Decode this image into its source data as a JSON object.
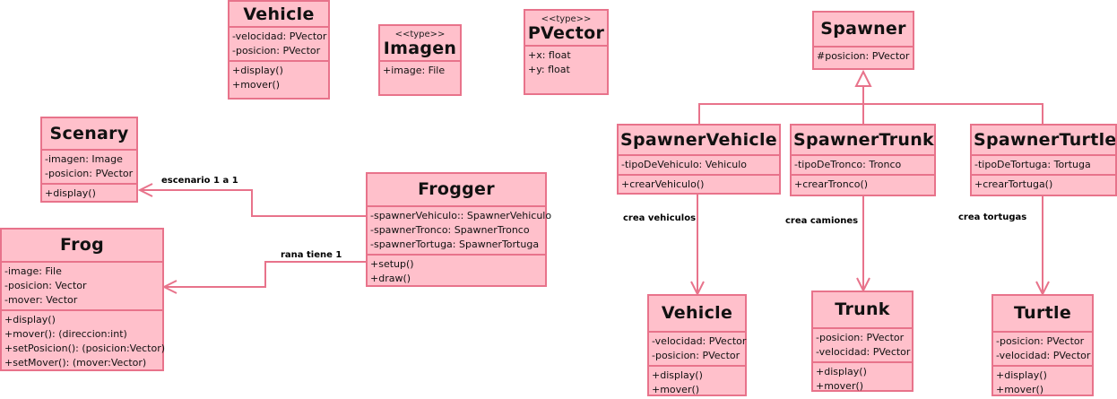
{
  "colors": {
    "fill": "#ffc0cb",
    "border": "#e8738b",
    "text": "#111111"
  },
  "classes": {
    "vehicle_top": {
      "name": "Vehicle",
      "attributes": [
        "-velocidad: PVector",
        "-posicion: PVector"
      ],
      "methods": [
        "+display()",
        "+mover()"
      ]
    },
    "imagen": {
      "stereotype": "<<type>>",
      "name": "Imagen",
      "attributes": [
        "+image: File"
      ]
    },
    "pvector": {
      "stereotype": "<<type>>",
      "name": "PVector",
      "attributes": [
        "+x: float",
        "+y: float"
      ]
    },
    "spawner": {
      "name": "Spawner",
      "attributes": [
        "#posicion: PVector"
      ]
    },
    "scenary": {
      "name": "Scenary",
      "attributes": [
        "-imagen: Image",
        "-posicion: PVector"
      ],
      "methods": [
        "+display()"
      ]
    },
    "frogger": {
      "name": "Frogger",
      "attributes": [
        "-spawnerVehiculo:: SpawnerVehiculo",
        "-spawnerTronco: SpawnerTronco",
        "-spawnerTortuga: SpawnerTortuga"
      ],
      "methods": [
        "+setup()",
        "+draw()"
      ]
    },
    "frog": {
      "name": "Frog",
      "attributes": [
        "-image: File",
        "-posicion: Vector",
        "-mover: Vector"
      ],
      "methods": [
        "+display()",
        "+mover(): (direccion:int)",
        "+setPosicion(): (posicion:Vector)",
        "+setMover(): (mover:Vector)"
      ]
    },
    "spawner_vehicle": {
      "name": "SpawnerVehicle",
      "attributes": [
        "-tipoDeVehiculo: Vehiculo"
      ],
      "methods": [
        "+crearVehiculo()"
      ]
    },
    "spawner_trunk": {
      "name": "SpawnerTrunk",
      "attributes": [
        "-tipoDeTronco: Tronco"
      ],
      "methods": [
        "+crearTronco()"
      ]
    },
    "spawner_turtle": {
      "name": "SpawnerTurtle",
      "attributes": [
        "-tipoDeTortuga: Tortuga"
      ],
      "methods": [
        "+crearTortuga()"
      ]
    },
    "vehicle_bottom": {
      "name": "Vehicle",
      "attributes": [
        "-velocidad: PVector",
        "-posicion: PVector"
      ],
      "methods": [
        "+display()",
        "+mover()"
      ]
    },
    "trunk": {
      "name": "Trunk",
      "attributes": [
        "-posicion: PVector",
        "-velocidad: PVector"
      ],
      "methods": [
        "+display()",
        "+mover()"
      ]
    },
    "turtle": {
      "name": "Turtle",
      "attributes": [
        "-posicion: PVector",
        "-velocidad: PVector"
      ],
      "methods": [
        "+display()",
        "+mover()"
      ]
    }
  },
  "labels": {
    "escenario": "escenario 1 a 1",
    "rana": "rana tiene 1",
    "crea_vehiculos": "crea vehiculos",
    "crea_camiones": "crea camiones",
    "crea_tortugas": "crea tortugas"
  }
}
